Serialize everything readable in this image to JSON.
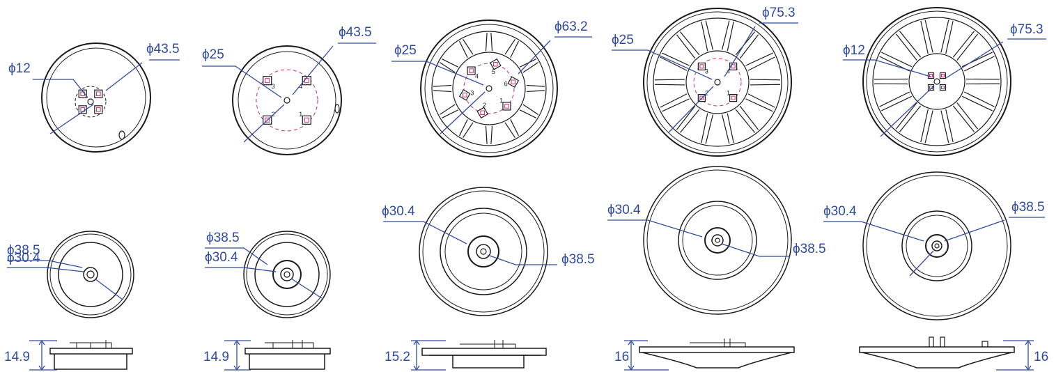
{
  "accent_color": "#2f4b9e",
  "line_color": "#1a1a1a",
  "pad_color": "#c0306a",
  "columns": [
    {
      "top": {
        "labels": [
          "ϕ12",
          "ϕ43.5"
        ],
        "pads": 4,
        "pad_numbers": [
          "",
          "",
          "",
          ""
        ],
        "spokes": 0
      },
      "bottom": {
        "labels": [
          "ϕ38.5",
          "ϕ30.4"
        ]
      },
      "side": {
        "height": "14.9"
      }
    },
    {
      "top": {
        "labels": [
          "ϕ25",
          "ϕ43.5"
        ],
        "pads": 4,
        "pad_numbers": [
          "1",
          "2",
          "3",
          "4"
        ],
        "spokes": 0
      },
      "bottom": {
        "labels": [
          "ϕ38.5",
          "ϕ30.4"
        ]
      },
      "side": {
        "height": "14.9"
      }
    },
    {
      "top": {
        "labels": [
          "ϕ25",
          "ϕ63.2"
        ],
        "pads": 6,
        "pad_numbers": [
          "1",
          "2",
          "3",
          "4",
          "5",
          "6"
        ],
        "spokes": 12
      },
      "bottom": {
        "labels": [
          "ϕ30.4",
          "ϕ38.5"
        ]
      },
      "side": {
        "height": "15.2"
      }
    },
    {
      "top": {
        "labels": [
          "ϕ25",
          "ϕ75.3"
        ],
        "pads": 4,
        "pad_numbers": [
          "1",
          "2",
          "3",
          "4"
        ],
        "spokes": 14
      },
      "bottom": {
        "labels": [
          "ϕ30.4",
          "ϕ38.5"
        ]
      },
      "side": {
        "height": "16"
      }
    },
    {
      "top": {
        "labels": [
          "ϕ12",
          "ϕ75.3"
        ],
        "pads": 4,
        "pad_numbers": [
          "",
          "",
          "",
          ""
        ],
        "spokes": 14
      },
      "bottom": {
        "labels": [
          "ϕ30.4",
          "ϕ38.5"
        ]
      },
      "side": {
        "height": "16"
      }
    }
  ]
}
